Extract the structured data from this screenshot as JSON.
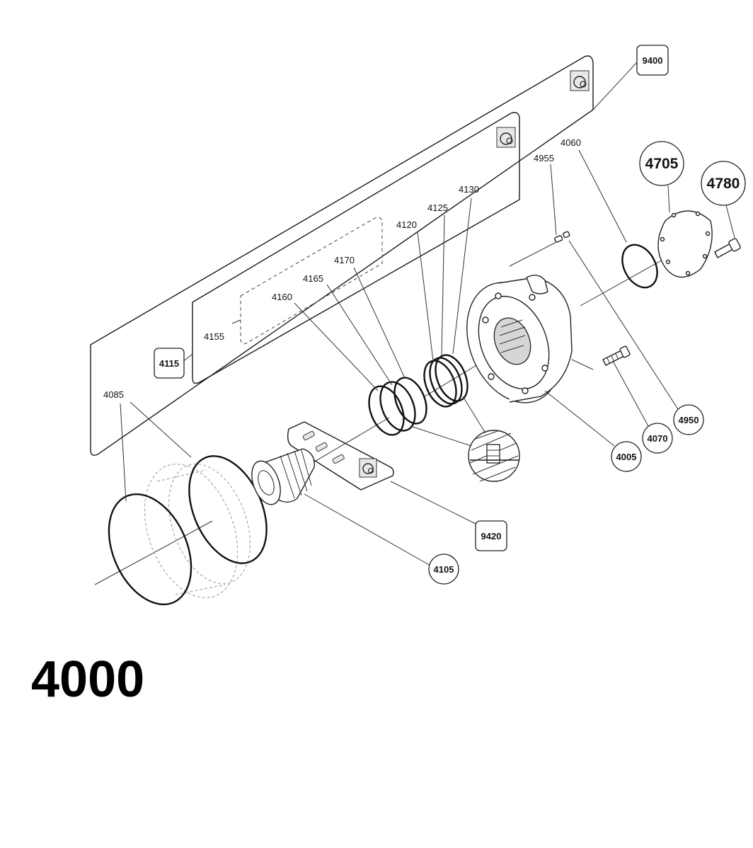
{
  "assembly_number": "4000",
  "labels": {
    "p4060": "4060",
    "p4955": "4955",
    "p4130": "4130",
    "p4125": "4125",
    "p4120": "4120",
    "p4170": "4170",
    "p4165": "4165",
    "p4160": "4160",
    "p4155": "4155",
    "p4085": "4085"
  },
  "boxed_callouts": {
    "b9400": "9400",
    "b4115": "4115",
    "b9420": "9420"
  },
  "circle_callouts": {
    "c4705": "4705",
    "c4780": "4780",
    "c4950": "4950",
    "c4070": "4070",
    "c4005": "4005",
    "c4105": "4105"
  }
}
